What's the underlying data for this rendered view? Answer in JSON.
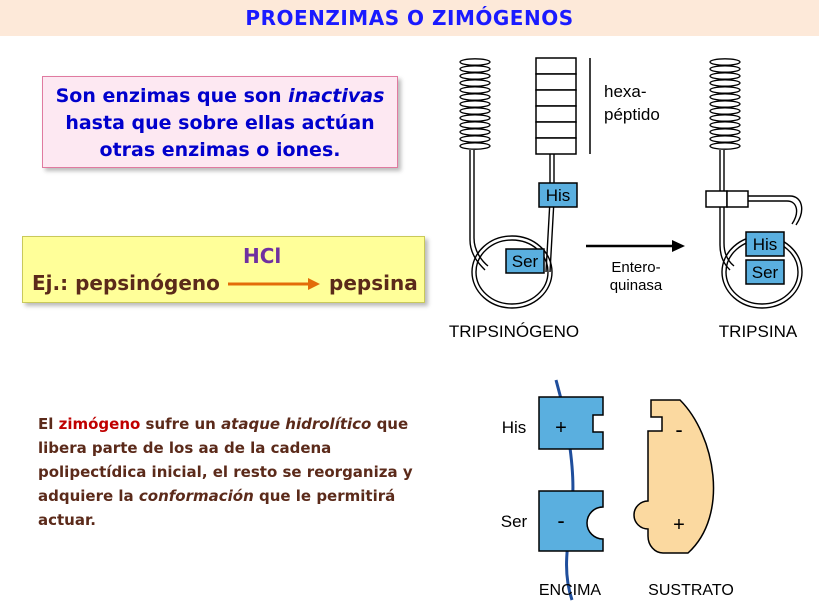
{
  "title": "PROENZIMAS O ZIMÓGENOS",
  "definition": {
    "line1_pre": "Son enzimas que son ",
    "line1_em": "inactivas",
    "line2": "hasta que sobre ellas actúan",
    "line3": "otras enzimas o iones."
  },
  "example": {
    "prefix": "Ej.: pepsinógeno",
    "catalyst": "HCl",
    "product": "pepsina"
  },
  "paragraph": {
    "p1": "El ",
    "p2": "zimógeno",
    "p3": " sufre un ",
    "p4": "ataque hidrolítico",
    "p5": " que libera parte de los aa de la cadena polipectídica inicial, el resto se reorganiza y adquiere la ",
    "p6": "conformación",
    "p7": " que le permitirá actuar."
  },
  "activation": {
    "hexapeptide": [
      "hexa-",
      "péptido"
    ],
    "his": "His",
    "ser": "Ser",
    "enzyme_label": [
      "Entero-",
      "quinasa"
    ],
    "left_caption": "TRIPSINÓGENO",
    "right_caption": "TRIPSINA"
  },
  "binding": {
    "his": "His",
    "ser": "Ser",
    "plus": "+",
    "minus": "-",
    "enzyme_caption": "ENCIMA",
    "substrate_caption": "SUSTRATO"
  },
  "colors": {
    "title_text": "#1a1aff",
    "title_band": "#fde9d9",
    "definition_bg": "#fde8f2",
    "example_bg": "#ffff99",
    "residue_fill": "#5aafdf",
    "substrate_fill": "#fbd9a0",
    "arrow_orange": "#e36c09"
  }
}
